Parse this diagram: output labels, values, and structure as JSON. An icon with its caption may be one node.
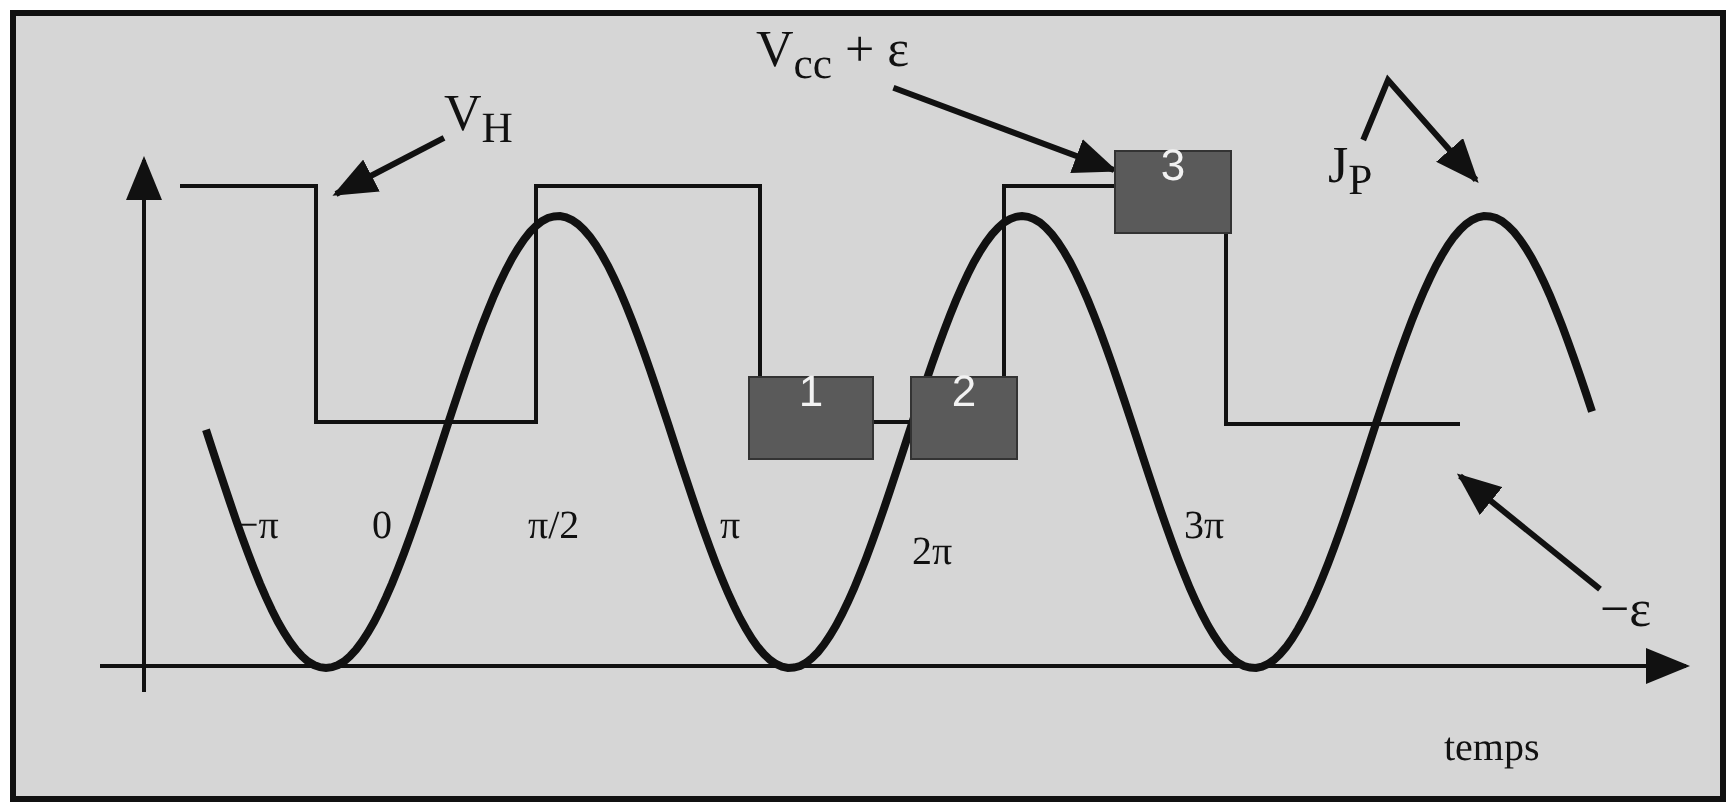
{
  "diagram": {
    "nodes": [
      {
        "text": [
          "V$_{H}$"
        ]
      },
      {
        "text": [
          "V$_{cc}$ + ε"
        ]
      },
      {
        "text": [
          "J$_{P}$"
        ]
      },
      {
        "text": [
          "−ε"
        ]
      },
      {
        "text": [
          "1"
        ]
      },
      {
        "text": [
          "2"
        ]
      },
      {
        "text": [
          "3"
        ]
      }
    ],
    "edges": [
      {
        "from": 0,
        "to": null,
        "arrow": "to"
      },
      {
        "from": 1,
        "to": 6,
        "arrow": "to"
      },
      {
        "from": 2,
        "to": null,
        "arrow": "to"
      },
      {
        "from": 3,
        "to": null,
        "arrow": "to"
      }
    ],
    "labels": [
      "−π",
      "0",
      "π/2",
      "π",
      "2π",
      "3π",
      "temps"
    ]
  }
}
